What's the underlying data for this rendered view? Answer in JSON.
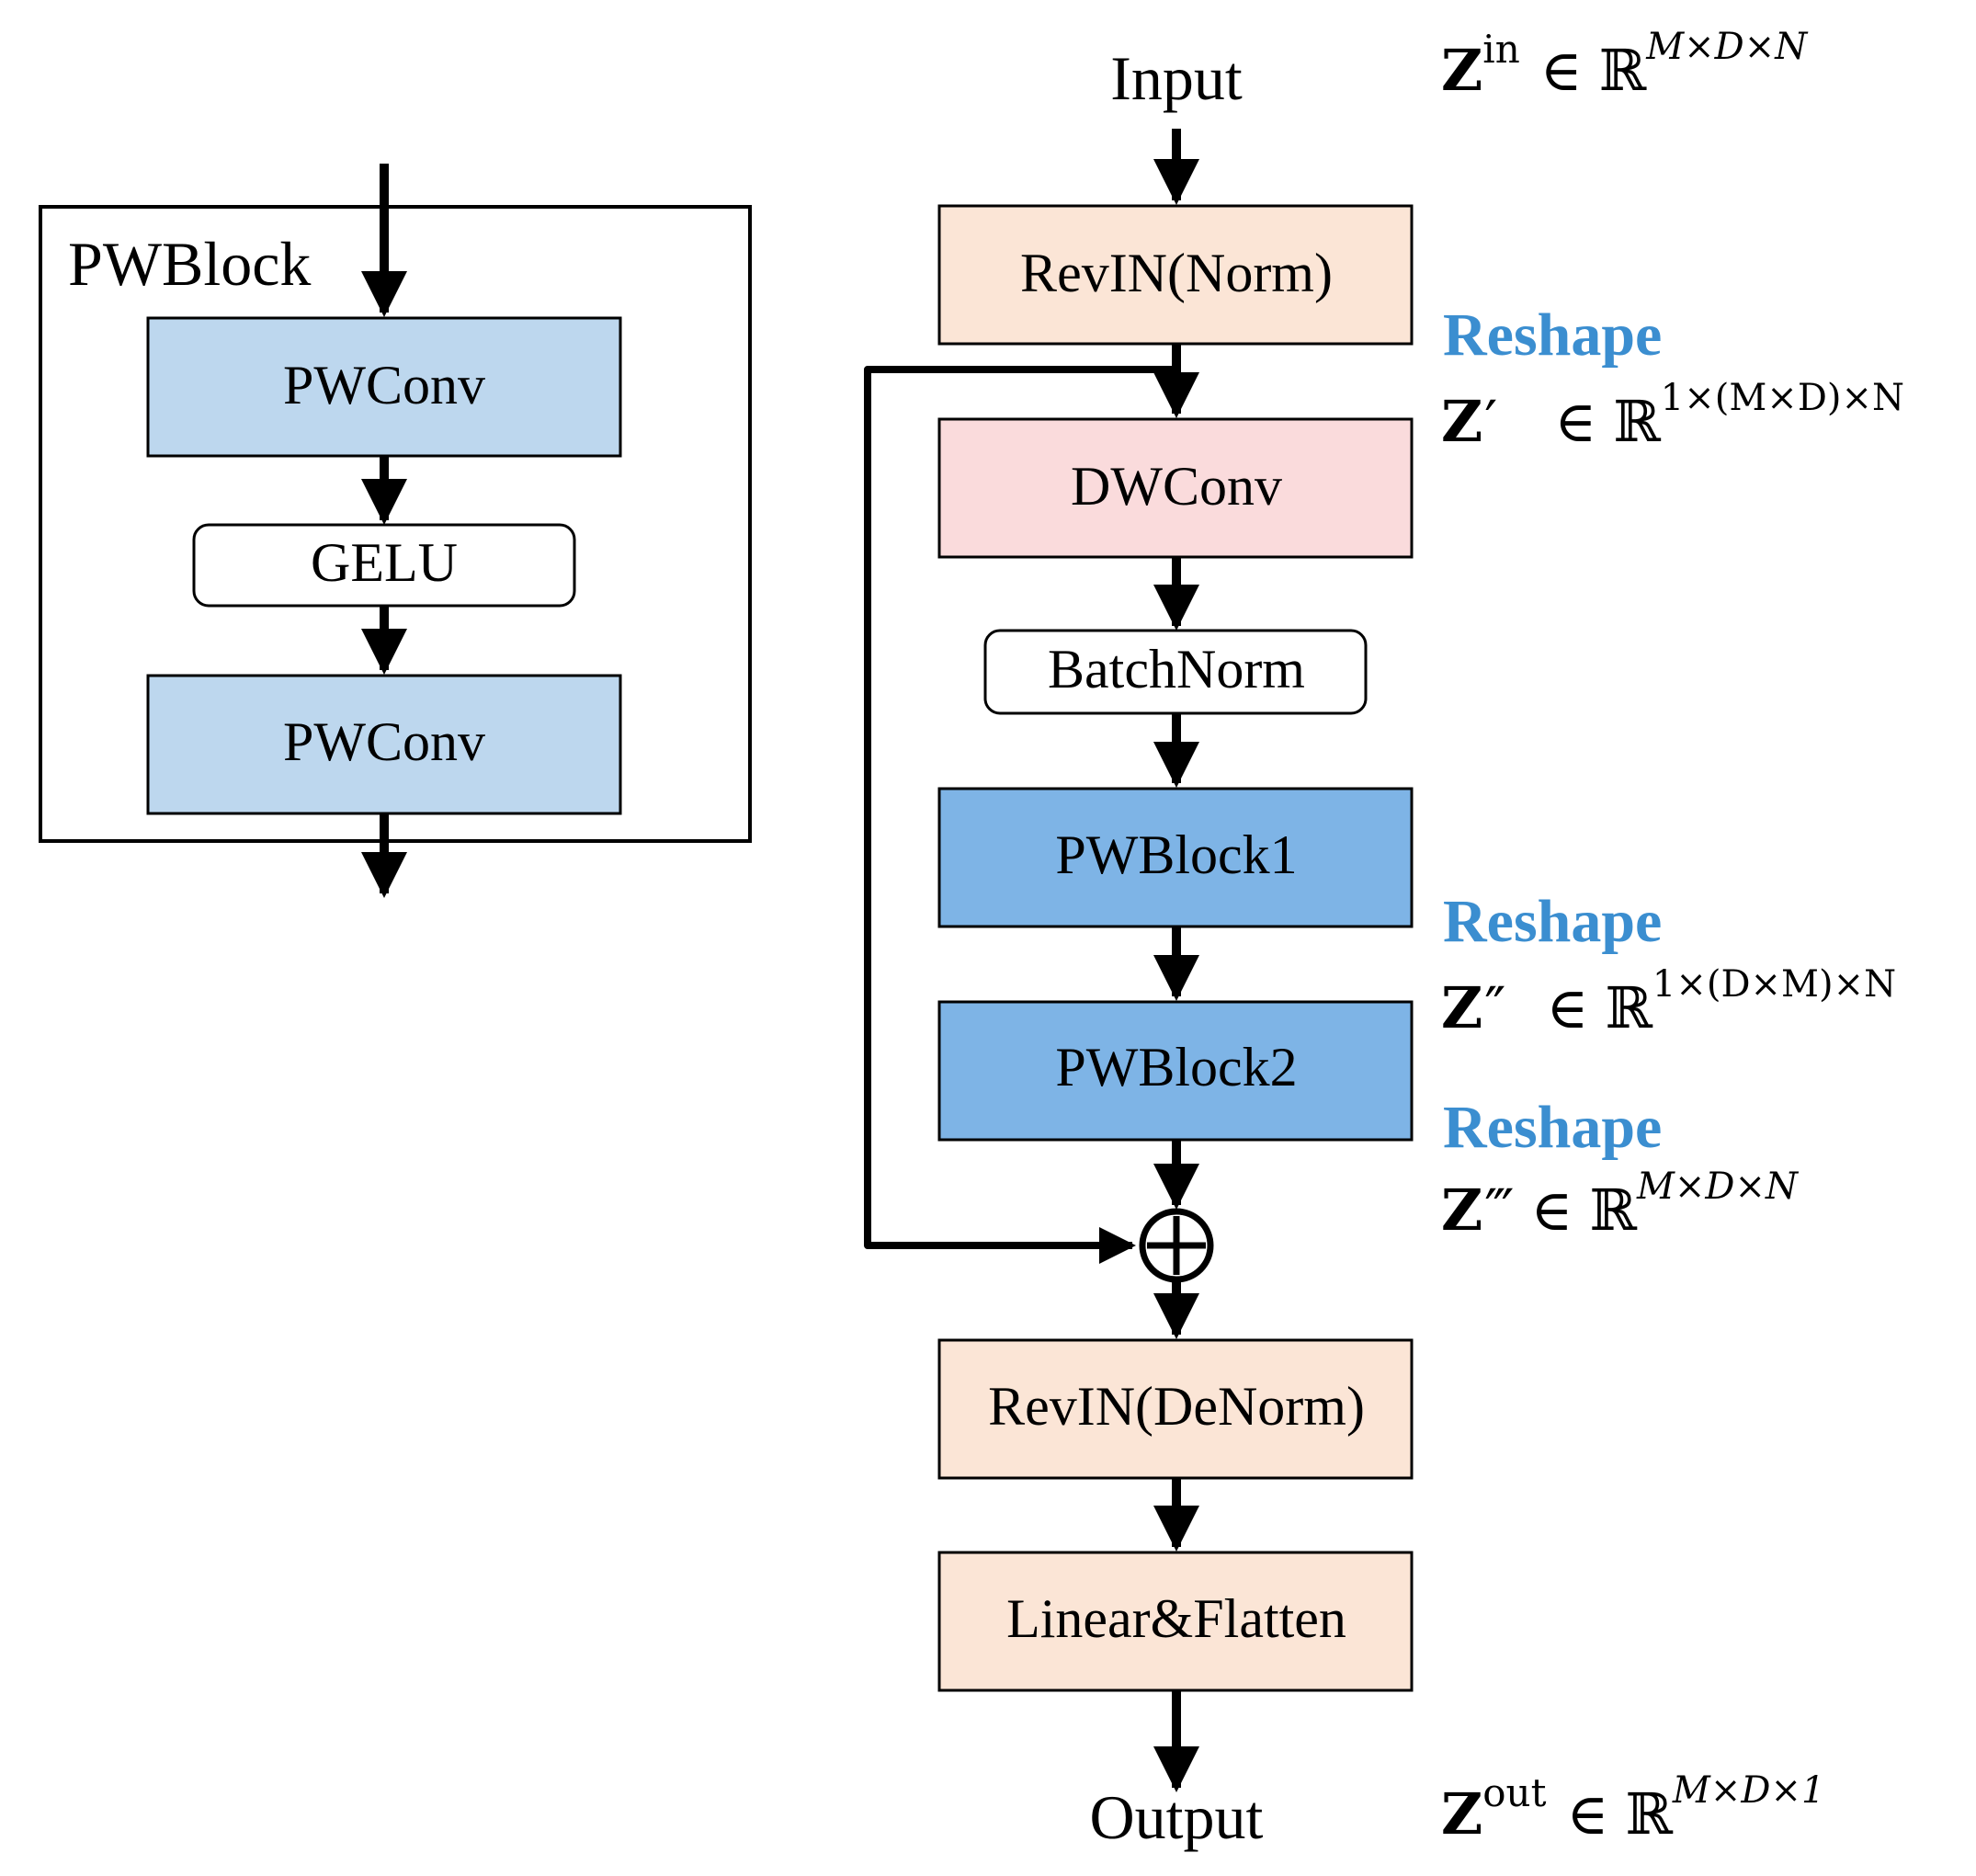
{
  "colors": {
    "peach": "#fbe5d6",
    "pink": "#fadbdc",
    "light_blue": "#bdd7ee",
    "mid_blue": "#7eb4e6",
    "reshape_blue": "#3b8ed0",
    "stroke": "#000000"
  },
  "pwblock_panel": {
    "title": "PWBlock",
    "pwconv_top": "PWConv",
    "gelu": "GELU",
    "pwconv_bottom": "PWConv"
  },
  "main_flow": {
    "input": "Input",
    "revin_norm": "RevIN(Norm)",
    "dwconv": "DWConv",
    "batchnorm": "BatchNorm",
    "pwblock1": "PWBlock1",
    "pwblock2": "PWBlock2",
    "add_symbol": "⊕",
    "revin_denorm": "RevIN(DeNorm)",
    "linear_flatten": "Linear&Flatten",
    "output": "Output"
  },
  "annotations": {
    "reshape_label": "Reshape",
    "z_in": {
      "base": "Z",
      "sup": "in",
      "in_symbol": "∈",
      "real": "ℝ",
      "dims": "M×D×N"
    },
    "z_prime": {
      "base": "Z",
      "sup": "′",
      "in_symbol": "∈",
      "real": "ℝ",
      "dims": "1×(M×D)×N"
    },
    "z_double_prime": {
      "base": "Z",
      "sup": "″",
      "in_symbol": "∈",
      "real": "ℝ",
      "dims": "1×(D×M)×N"
    },
    "z_triple_prime": {
      "base": "Z",
      "sup": "‴",
      "in_symbol": "∈",
      "real": "ℝ",
      "dims": "M×D×N"
    },
    "z_out": {
      "base": "Z",
      "sup": "out",
      "in_symbol": "∈",
      "real": "ℝ",
      "dims": "M×D×1"
    }
  }
}
